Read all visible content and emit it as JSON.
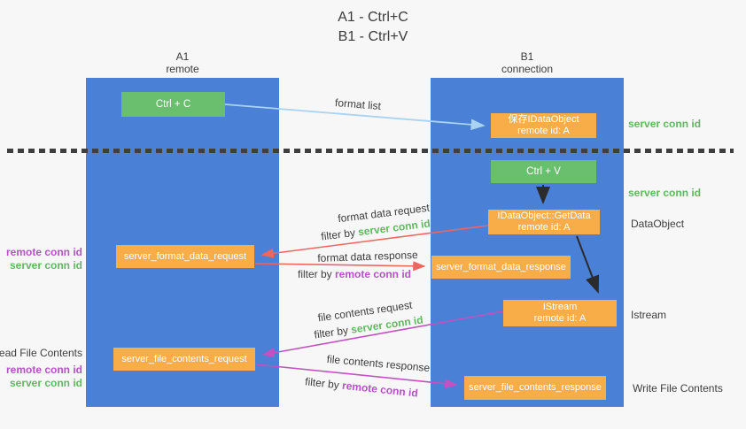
{
  "title": {
    "line1": "A1 - Ctrl+C",
    "line2": "B1 - Ctrl+V"
  },
  "lanes": {
    "left": {
      "name": "A1",
      "subtitle": "remote"
    },
    "right": {
      "name": "B1",
      "subtitle": "connection"
    }
  },
  "nodes": {
    "ctrl_c": "Ctrl + C",
    "ctrl_v": "Ctrl + V",
    "save_dataobject": {
      "line1": "保存IDataObject",
      "line2": "remote id: A"
    },
    "getdata": {
      "line1": "IDataObject::GetData",
      "line2": "remote id: A"
    },
    "istream": {
      "line1": "IStream",
      "line2": "remote id: A"
    },
    "format_request": "server_format_data_request",
    "format_response": "server_format_data_response",
    "file_request": "server_file_contents_request",
    "file_response": "server_file_contents_response"
  },
  "arrow_labels": {
    "format_list": "format list",
    "format_data_request": "format data request",
    "format_data_request_filter_prefix": "filter by ",
    "format_data_request_filter_key": "server conn id",
    "format_data_response": "format data response",
    "format_data_response_filter_prefix": "filter by ",
    "format_data_response_filter_key": "remote conn id",
    "file_contents_request": "file contents request",
    "file_contents_request_filter_prefix": "filter by ",
    "file_contents_request_filter_key": "server conn id",
    "file_contents_response": "file contents response",
    "file_contents_response_filter_prefix": "filter by ",
    "file_contents_response_filter_key": "remote conn id"
  },
  "side_labels": {
    "right_server_conn_1": "server conn id",
    "right_server_conn_2": "server conn id",
    "dataobject": "DataObject",
    "istream": "Istream",
    "write_file": "Write File Contents",
    "left_remote_conn_1": "remote conn id",
    "left_server_conn_1": "server conn id",
    "read_file": "Read File Contents",
    "left_remote_conn_2": "remote conn id",
    "left_server_conn_2": "server conn id"
  },
  "colors": {
    "background": "#f7f7f8",
    "lane_blue": "#4a80d6",
    "node_orange": "#f9ad49",
    "node_green": "#6abf6e",
    "server_conn_green": "#5eba5e",
    "remote_conn_purple": "#b751c8",
    "arrow_blue": "#a9d3f2",
    "arrow_red": "#f0655e",
    "arrow_purple": "#c252c2",
    "arrow_black": "#2b2b2b",
    "text_dark": "#3d3d3d"
  }
}
